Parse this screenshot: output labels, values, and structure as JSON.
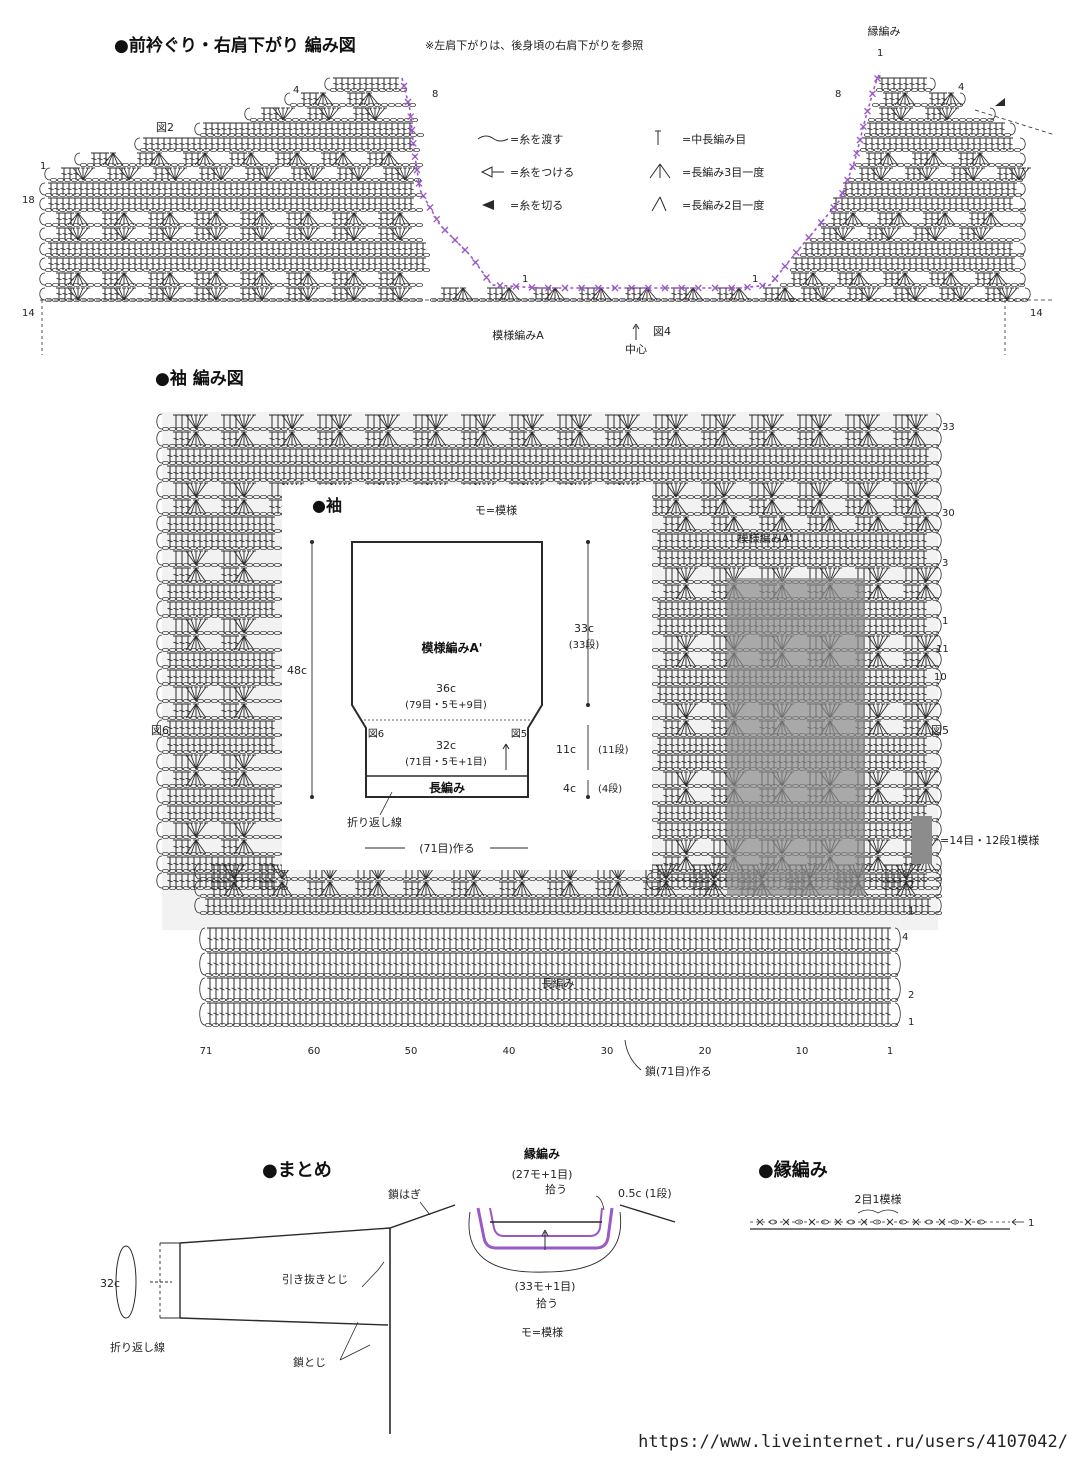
{
  "colors": {
    "ink": "#2a2a2a",
    "purple": "#9b59c6",
    "purple_dark": "#7a3aa8",
    "gray_block": "#8c8c8c",
    "paper": "#ffffff",
    "inner_panel": "#ffffff",
    "chart_bg": "#f2f2f2"
  },
  "section_top": {
    "title": "●前衿ぐり・右肩下がり 編み図",
    "note": "※左肩下がりは、後身頃の右肩下がりを参照",
    "edge_label": "縁編み",
    "fig2": "図2",
    "fig4": "図4",
    "pattern_label": "模様編みA",
    "center_label": "中心",
    "row_left_top": "18",
    "row_left_bottom": "14",
    "row_right_bottom": "14",
    "marker_4a": "4",
    "marker_8a": "8",
    "marker_8b": "8",
    "marker_4b": "4",
    "marker_1a": "1",
    "marker_1b": "1",
    "marker_1c": "1",
    "marker_1d": "1",
    "legend": [
      {
        "icon": "pass-yarn-icon",
        "text": "=糸を渡す"
      },
      {
        "icon": "attach-yarn-icon",
        "text": "=糸をつける"
      },
      {
        "icon": "cut-yarn-icon",
        "text": "=糸を切る"
      },
      {
        "icon": "hdc-icon",
        "text": "=中長編み目"
      },
      {
        "icon": "dc3tog-icon",
        "text": "=長編み3目一度"
      },
      {
        "icon": "dc2tog-icon",
        "text": "=長編み2目一度"
      }
    ]
  },
  "section_sleeve": {
    "title": "●袖 編み図",
    "inner_title": "●袖",
    "mo_note": "モ=模様",
    "pattern_label": "模様編みA'",
    "fig6": "図6",
    "fig5": "図5",
    "left_fig6": "図6",
    "right_fig5": "図5",
    "dim_48": "48c",
    "dim_33": "33c",
    "dim_33_rows": "(33段)",
    "dim_36": "36c",
    "dim_36_sts": "(79目・5モ+9目)",
    "dim_32": "32c",
    "dim_32_sts": "(71目・5モ+1目)",
    "dim_11": "11c",
    "dim_11_rows": "(11段)",
    "dim_4": "4c",
    "dim_4_rows": "(4段)",
    "band_label": "長編み",
    "fold_line": "折り返し線",
    "cast_on": "(71目)作る",
    "inner_pattern": "模様編みA'",
    "repeat_note": "=14目・12段1模様",
    "chart_band_label": "長編み",
    "chain_cast_on": "鎖(71目)作る",
    "row_numbers_right": [
      "33",
      "30",
      "3",
      "1",
      "11",
      "10",
      "2",
      "1",
      "4",
      "2",
      "1"
    ],
    "stitch_axis": [
      "71",
      "60",
      "50",
      "40",
      "30",
      "20",
      "10",
      "1"
    ]
  },
  "section_finish": {
    "title": "●まとめ",
    "chain_join": "鎖はぎ",
    "slip_join": "引き抜きとじ",
    "chain_seam": "鎖とじ",
    "circumference": "32c",
    "fold_line": "折り返し線",
    "edge_title": "縁編み",
    "edge_pick": "(27モ+1目)",
    "edge_pick2": "拾う",
    "edge_width": "0.5c (1段)",
    "neck_pick": "(33モ+1目)",
    "neck_pick2": "拾う",
    "mo_note": "モ=模様"
  },
  "section_edge": {
    "title": "●縁編み",
    "repeat": "2目1模様",
    "row_marker": "1"
  },
  "footer": {
    "url": "https://www.liveinternet.ru/users/4107042/"
  }
}
